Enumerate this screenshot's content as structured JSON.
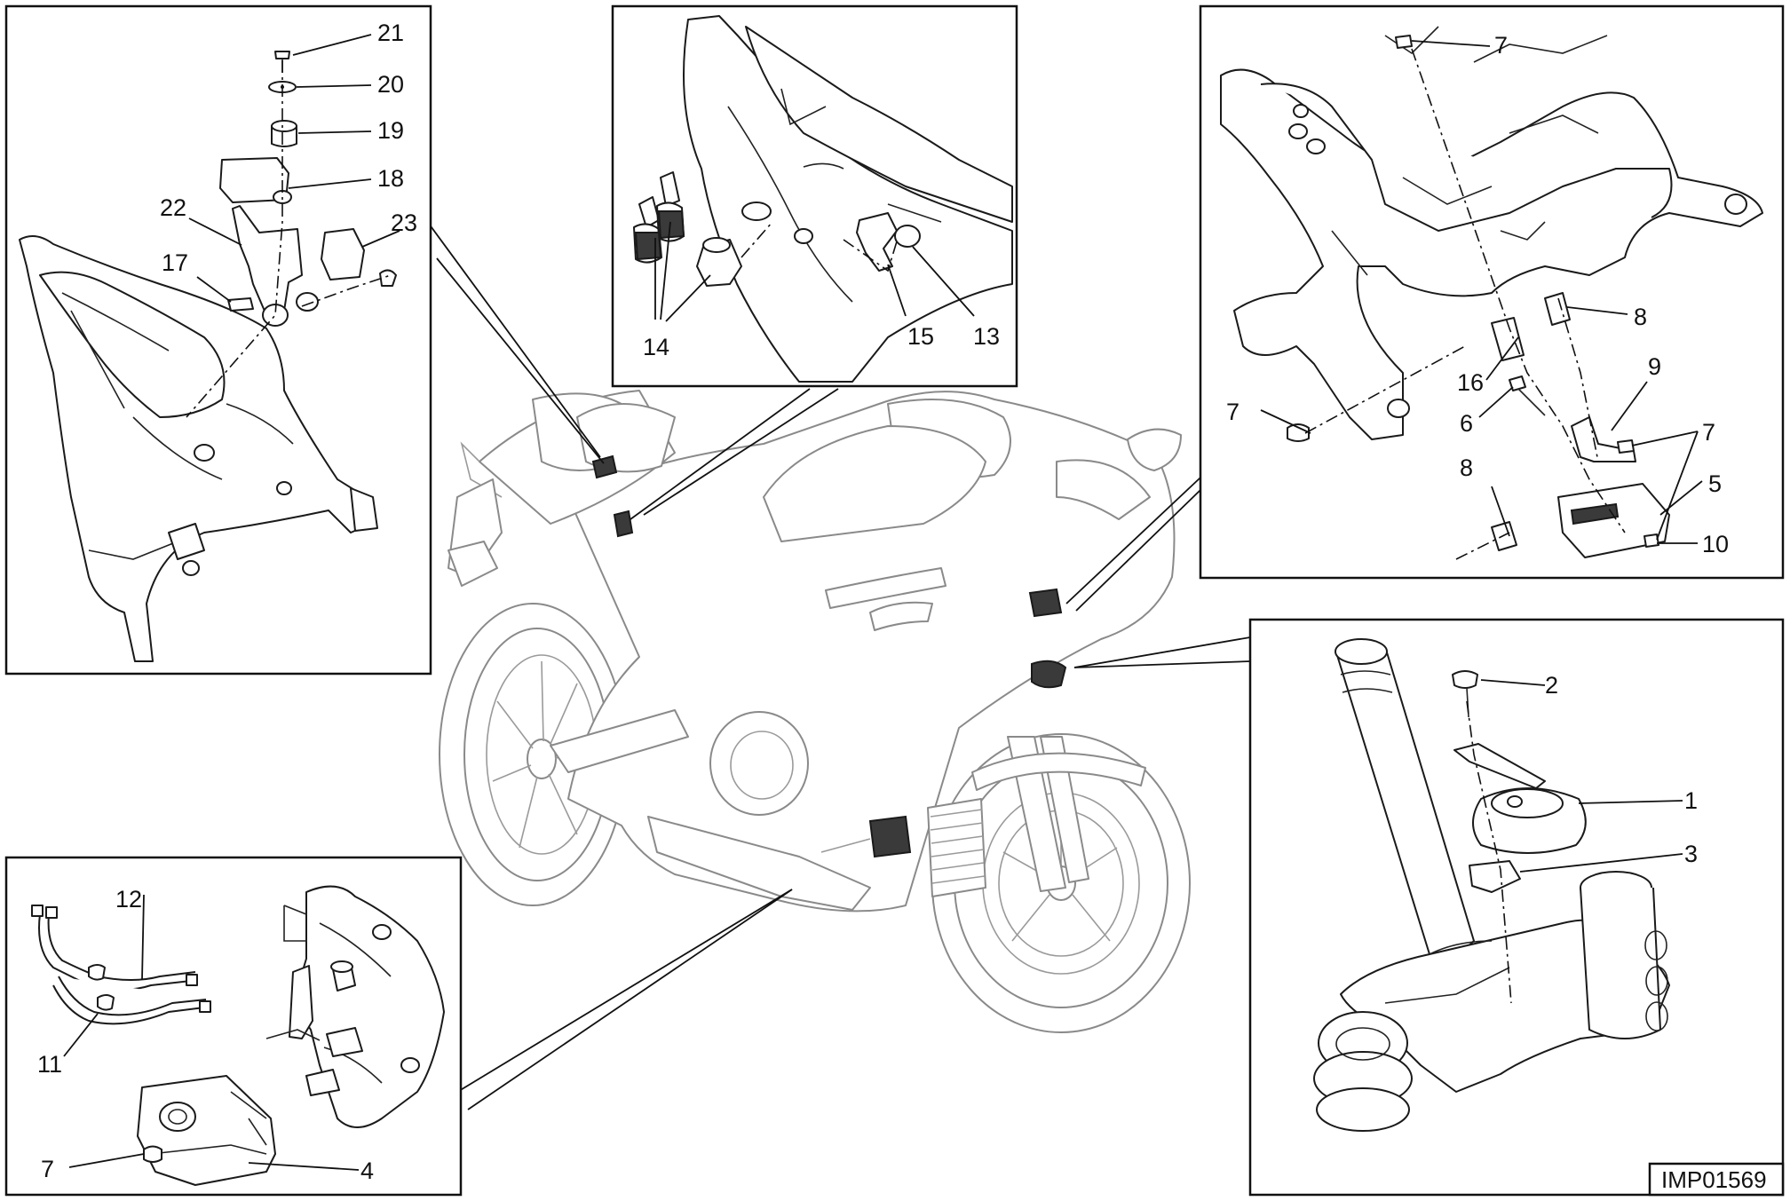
{
  "diagram": {
    "code": "IMP01569",
    "callouts": {
      "tail": [
        "21",
        "20",
        "19",
        "18",
        "22",
        "23",
        "17"
      ],
      "ignition": [
        "14",
        "15",
        "13"
      ],
      "frame": [
        "7",
        "8",
        "16",
        "9",
        "7",
        "6",
        "7",
        "8",
        "5",
        "10"
      ],
      "horn": [
        "2",
        "1",
        "3"
      ],
      "valve": [
        "12",
        "11",
        "7",
        "4"
      ]
    }
  }
}
